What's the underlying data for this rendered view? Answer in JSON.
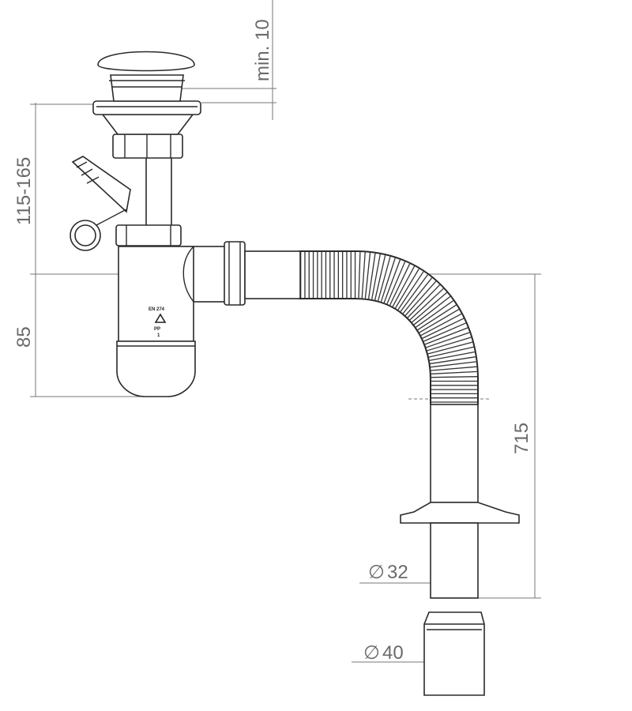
{
  "dimensions": {
    "min_gap": "min. 10",
    "plug_height": "115-165",
    "trap_height": "85",
    "total_length": "715",
    "pipe_diameter": "32",
    "adapter_diameter": "40",
    "diameter_symbol": "∅"
  },
  "markings": {
    "standard": "EN 274",
    "material": "PP",
    "recycle_code": "1"
  }
}
